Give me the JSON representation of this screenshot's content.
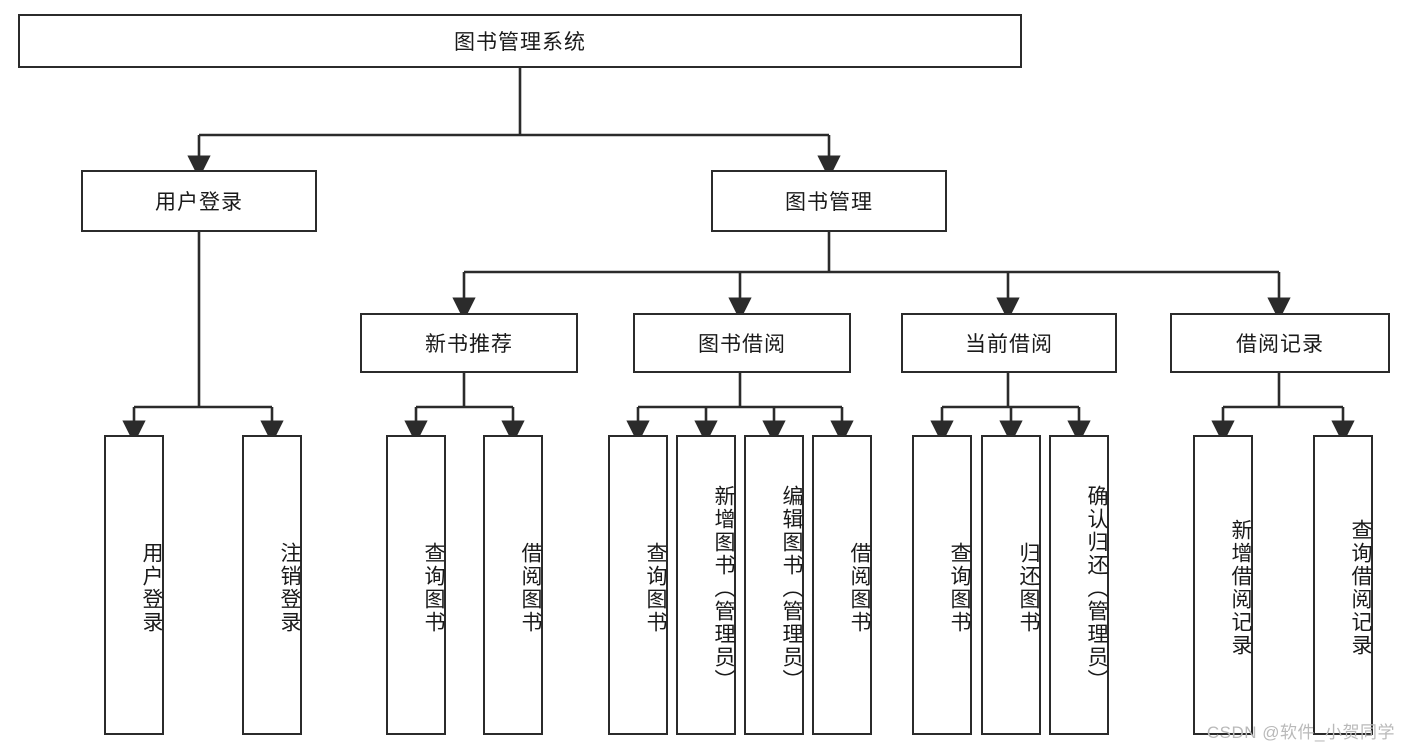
{
  "diagram": {
    "type": "tree-hierarchy",
    "title": "图书管理系统",
    "root": {
      "label": "图书管理系统"
    },
    "level1": [
      {
        "label": "用户登录"
      },
      {
        "label": "图书管理"
      }
    ],
    "level2": [
      {
        "label": "新书推荐"
      },
      {
        "label": "图书借阅"
      },
      {
        "label": "当前借阅"
      },
      {
        "label": "借阅记录"
      }
    ],
    "leaves": {
      "user_login": [
        {
          "label": "用户登录"
        },
        {
          "label": "注销登录"
        }
      ],
      "new_book_recommend": [
        {
          "label": "查询图书"
        },
        {
          "label": "借阅图书"
        }
      ],
      "book_borrow": [
        {
          "label": "查询图书"
        },
        {
          "label": "新增图书（管理员）"
        },
        {
          "label": "编辑图书（管理员）"
        },
        {
          "label": "借阅图书"
        }
      ],
      "current_borrow": [
        {
          "label": "查询图书"
        },
        {
          "label": "归还图书"
        },
        {
          "label": "确认归还（管理员）"
        }
      ],
      "borrow_record": [
        {
          "label": "新增借阅记录"
        },
        {
          "label": "查询借阅记录"
        }
      ]
    }
  },
  "watermark": {
    "text": "CSDN @软件_小贺同学"
  },
  "colors": {
    "border": "#2b2b2b",
    "text": "#1a1a1a",
    "background": "#ffffff",
    "watermark": "#b9b9b9"
  }
}
